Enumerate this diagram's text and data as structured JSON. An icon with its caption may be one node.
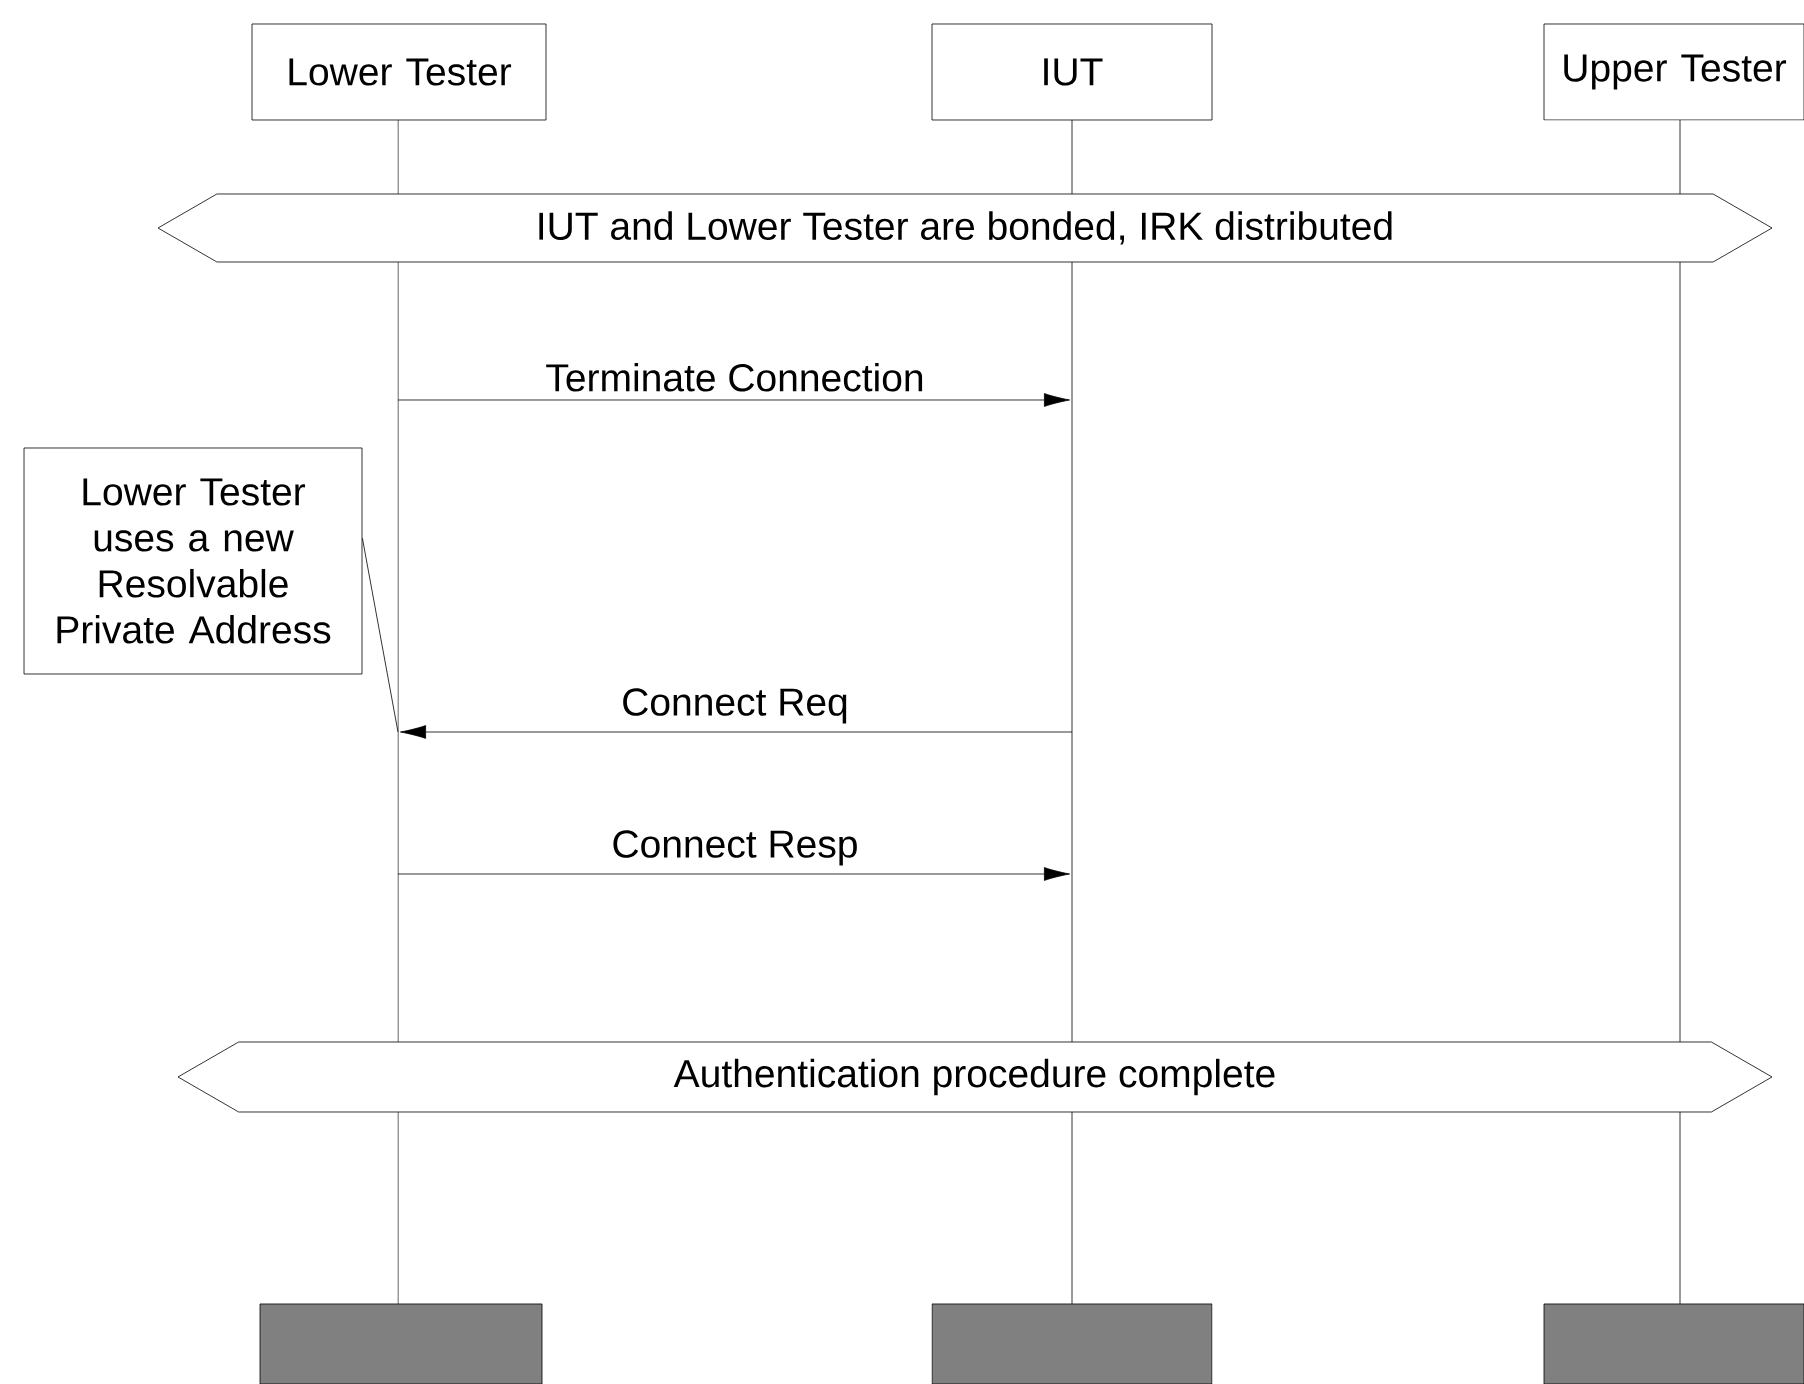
{
  "diagram": {
    "nodes": [
      {
        "text": [
          "Lower Tester"
        ]
      },
      {
        "text": [
          "IUT"
        ]
      },
      {
        "text": [
          "Upper Tester"
        ]
      },
      {
        "text": [],
        "shape": "line"
      },
      {
        "text": [],
        "shape": "line"
      },
      {
        "text": [],
        "shape": "line"
      },
      {
        "text": [
          "IUT and Lower Tester are bonded, IRK distributed"
        ]
      },
      {
        "text": [
          "Lower Tester uses a new Resolvable Private Address"
        ]
      },
      {
        "text": [
          "Authentication procedure complete"
        ]
      },
      {
        "text": [],
        "shape": "box"
      },
      {
        "text": [],
        "shape": "box"
      },
      {
        "text": [],
        "shape": "box"
      }
    ],
    "edges": [
      {
        "from": 3,
        "to": 4,
        "arrow": "to",
        "label": "Terminate Connection"
      },
      {
        "from": 4,
        "to": 3,
        "arrow": "to",
        "label": "Connect Req"
      },
      {
        "from": 3,
        "to": 4,
        "arrow": "to",
        "label": "Connect Resp"
      },
      {
        "from": 7,
        "to": 3,
        "arrow": "none"
      }
    ]
  }
}
